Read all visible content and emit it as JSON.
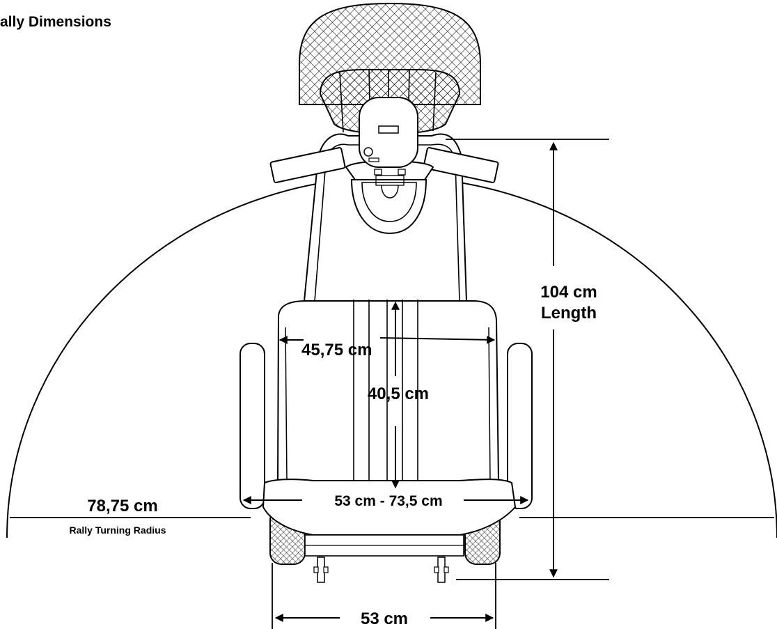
{
  "diagram": {
    "title": "ally Dimensions",
    "labels": {
      "length_value": "104 cm",
      "length_word": "Length",
      "seat_width": "45,75 cm",
      "seat_depth": "40,5 cm",
      "armrest_width": "53 cm - 73,5 cm",
      "radius_value": "78,75 cm",
      "radius_caption": "Rally Turning Radius",
      "overall_width": "53 cm"
    }
  }
}
